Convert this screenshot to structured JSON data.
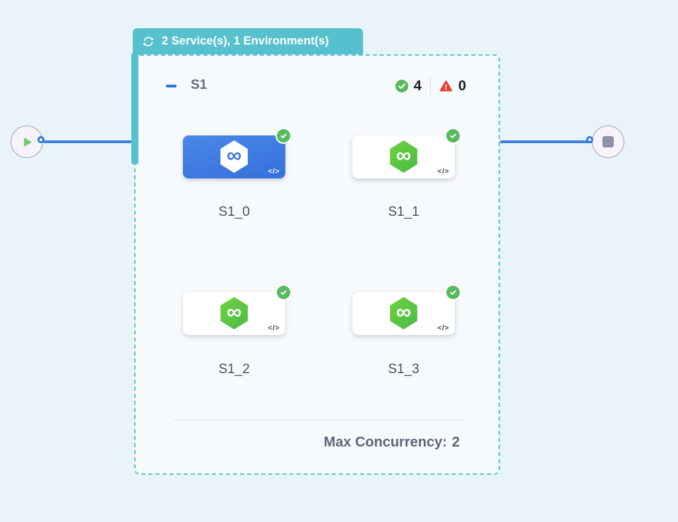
{
  "header_tab": {
    "label": "2 Service(s), 1 Environment(s)"
  },
  "stage": {
    "name": "S1",
    "success_count": "4",
    "failed_count": "0",
    "services": [
      {
        "id": "S1_0",
        "state": "selected",
        "status": "success"
      },
      {
        "id": "S1_1",
        "state": "default",
        "status": "success"
      },
      {
        "id": "S1_2",
        "state": "default",
        "status": "success"
      },
      {
        "id": "S1_3",
        "state": "default",
        "status": "success"
      }
    ],
    "footer": {
      "max_concurrency_label": "Max Concurrency:",
      "max_concurrency_value": "2"
    }
  },
  "icons": {
    "infinity": "∞",
    "code": "</>"
  },
  "colors": {
    "canvas_bg": "#e9f4f9",
    "panel_bg": "#f7fafc",
    "stage_teal": "#57c0ce",
    "edge_blue": "#3d7fe3",
    "selected_card_blue": "#3f7ce1",
    "success_green": "#57ba5e",
    "error_red": "#e5402f",
    "hexagon_green": "#5ecb40"
  }
}
